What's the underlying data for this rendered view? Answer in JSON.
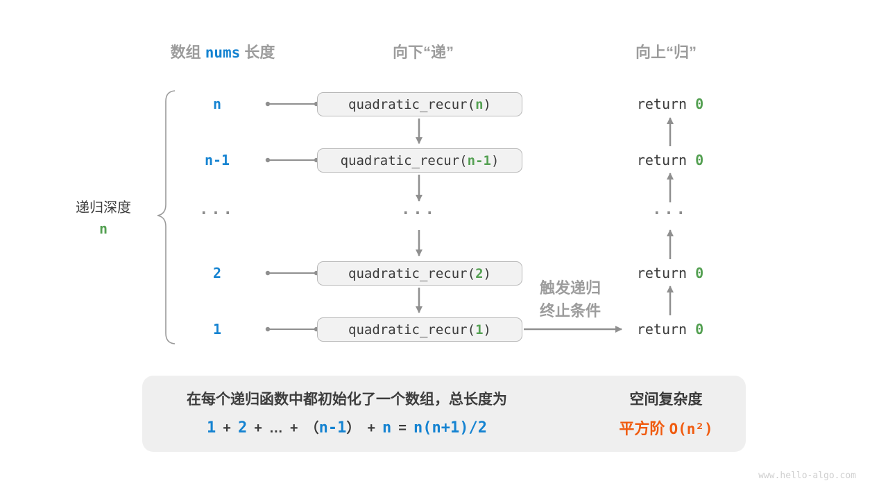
{
  "colors": {
    "blue": "#1583d1",
    "green": "#54a052",
    "orange": "#f05b0f",
    "gray_label": "#9c9c9c",
    "dark_text": "#3b3b3b",
    "box_fill": "#f2f2f2",
    "box_border": "#b9b9b9",
    "line_gray": "#8f8f8f",
    "summary_fill": "#efefef"
  },
  "headers": {
    "col1_pre": "数组 ",
    "col1_code": "nums",
    "col1_post": " 长度",
    "col2": "向下“递”",
    "col3": "向上“归”"
  },
  "depth_label": {
    "line1": "递归深度",
    "line2": "n"
  },
  "rows": [
    {
      "depth": "n",
      "call_prefix": "quadratic_recur(",
      "call_arg": "n",
      "call_suffix": ")",
      "ret_kw": "return ",
      "ret_val": "0"
    },
    {
      "depth": "n-1",
      "call_prefix": "quadratic_recur(",
      "call_arg": "n-1",
      "call_suffix": ")",
      "ret_kw": "return ",
      "ret_val": "0"
    },
    {
      "depth": "...",
      "call": "...",
      "ret": "..."
    },
    {
      "depth": "2",
      "call_prefix": "quadratic_recur(",
      "call_arg": "2",
      "call_suffix": ")",
      "ret_kw": "return ",
      "ret_val": "0"
    },
    {
      "depth": "1",
      "call_prefix": "quadratic_recur(",
      "call_arg": "1",
      "call_suffix": ")",
      "ret_kw": "return ",
      "ret_val": "0"
    }
  ],
  "base_case_label": {
    "line1": "触发递归",
    "line2": "终止条件"
  },
  "summary": {
    "sentence": "在每个递归函数中都初始化了一个数组，总长度为",
    "formula": {
      "t1": "1",
      "op1": "+",
      "t2": "2",
      "op2": "+",
      "dots": "…",
      "op3": "+",
      "lp": "（",
      "t3": "n-1",
      "rp": "）",
      "op4": "+",
      "t4": "n",
      "eq": "=",
      "t5": "n(n+1)/2"
    },
    "result_title": "空间复杂度",
    "result_label": "平方阶 ",
    "result_value": "O(n²)"
  },
  "watermark": "www.hello-algo.com"
}
